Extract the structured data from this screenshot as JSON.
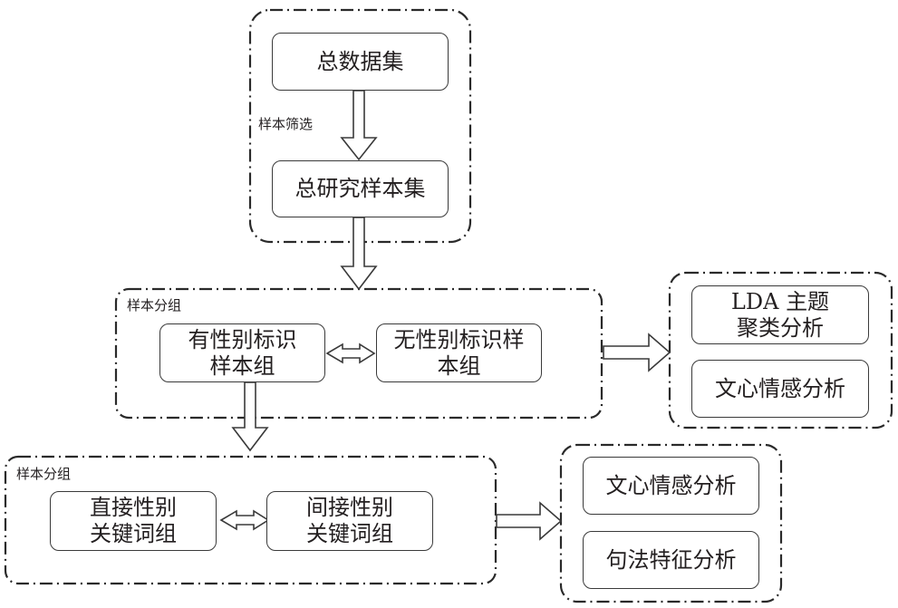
{
  "diagram": {
    "top_group": {
      "nodes": [
        {
          "id": "total-dataset",
          "label": "总数据集"
        },
        {
          "id": "total-research-sample",
          "label": "总研究样本集"
        }
      ],
      "edge_label": "样本筛选"
    },
    "middle_group": {
      "title": "样本分组",
      "nodes": [
        {
          "id": "gender-marked",
          "label": "有性别标识\n样本组"
        },
        {
          "id": "no-gender-marked",
          "label": "无性别标识样\n本组"
        }
      ]
    },
    "middle_right_group": {
      "nodes": [
        {
          "id": "lda",
          "label": "LDA 主题\n聚类分析"
        },
        {
          "id": "wenxin-1",
          "label": "文心情感分析"
        }
      ]
    },
    "bottom_group": {
      "title": "样本分组",
      "nodes": [
        {
          "id": "direct-keywords",
          "label": "直接性别\n关键词组"
        },
        {
          "id": "indirect-keywords",
          "label": "间接性别\n关键词组"
        }
      ]
    },
    "bottom_right_group": {
      "nodes": [
        {
          "id": "wenxin-2",
          "label": "文心情感分析"
        },
        {
          "id": "syntax",
          "label": "句法特征分析"
        }
      ]
    },
    "colors": {
      "stroke": "#3a3a3a",
      "text": "#231f20",
      "background": "#ffffff"
    }
  }
}
